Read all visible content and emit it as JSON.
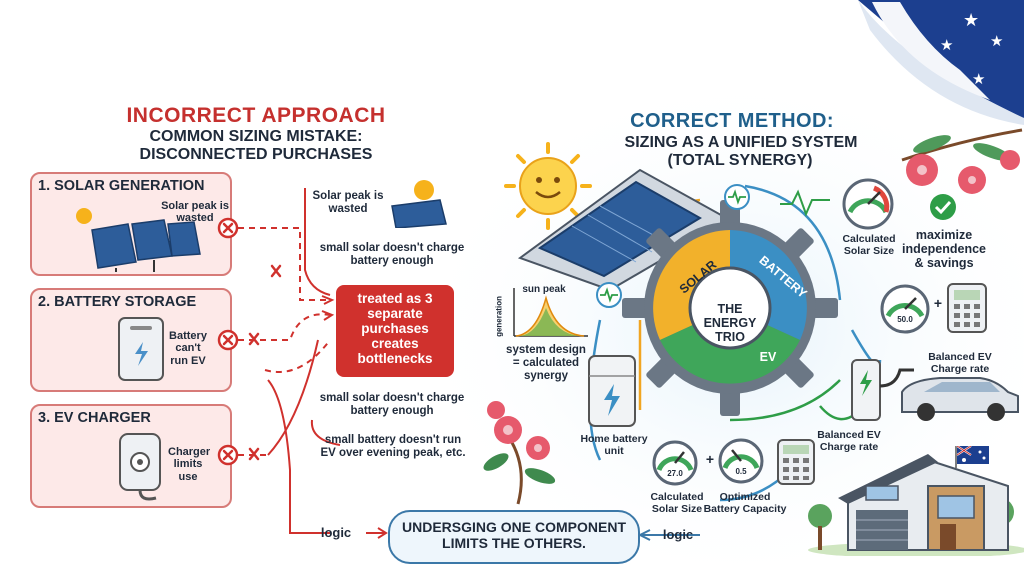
{
  "left": {
    "heading": "INCORRECT APPROACH",
    "subheading": "COMMON SIZING MISTAKE: DISCONNECTED PURCHASES",
    "cards": [
      {
        "title": "1. SOLAR GENERATION",
        "note": "Solar peak is wasted"
      },
      {
        "title": "2. BATTERY STORAGE",
        "note": "Battery can't run EV"
      },
      {
        "title": "3. EV CHARGER",
        "note": "Charger limits use"
      }
    ],
    "middle": {
      "solar_note": "Solar peak is wasted",
      "note_top": "small solar doesn't charge battery enough",
      "box": "treated as 3 separate purchases creates bottlenecks",
      "note_mid": "small solar doesn't charge battery enough",
      "note_bottom": "small battery doesn't run EV over evening peak, etc."
    },
    "logic_label": "logic"
  },
  "center": {
    "pill": "UNDERSGING ONE COMPONENT LIMITS THE OTHERS.",
    "logic_label": "logic"
  },
  "right": {
    "heading": "CORRECT METHOD:",
    "subheading": "SIZING AS A UNIFIED SYSTEM",
    "subheading2": "(TOTAL SYNERGY)",
    "gear_center": "THE ENERGY TRIO",
    "gear_segments": [
      "SOLAR",
      "BATTERY",
      "EV"
    ],
    "sun_peak": "sun peak",
    "axis_label": "generation",
    "system_design": "system design = calculated synergy",
    "home_battery": "Home battery unit",
    "calc_solar_top": "Calculated Solar Size",
    "maximize": "maximize independence & savings",
    "gauge_value": "50.0",
    "balanced_ev_top": "Balanced EV Charge rate",
    "balanced_ev_bottom": "Balanced EV Charge rate",
    "gauge_left_value": "27.0",
    "gauge_right_value": "0.5",
    "calc_solar_bottom": "Calculated Solar Size",
    "optimized_battery": "Optimized Battery Capacity"
  },
  "colors": {
    "red": "#d0312d",
    "blue": "#1f5f8b",
    "accent_green": "#2e9d47"
  }
}
